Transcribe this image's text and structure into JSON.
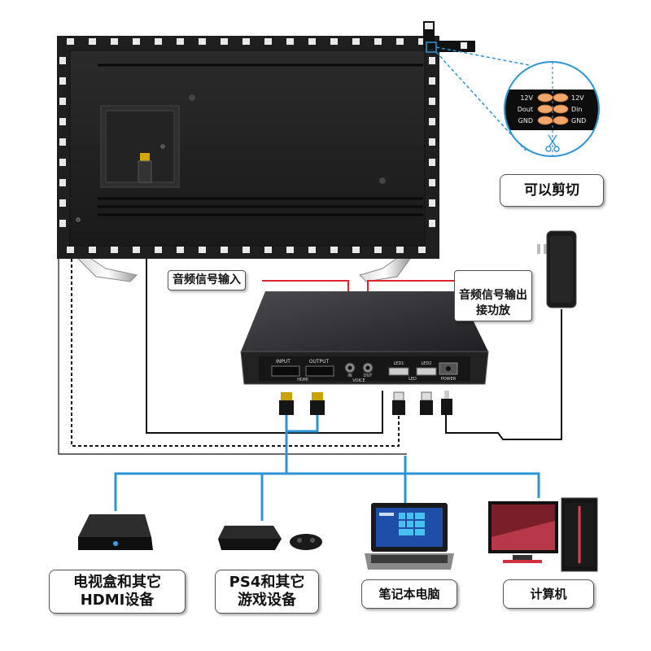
{
  "strip_pins": {
    "left": [
      "12V",
      "Dout",
      "GND"
    ],
    "right": [
      "12V",
      "Din",
      "GND"
    ]
  },
  "labels": {
    "cuttable": "可以剪切",
    "audio_in": "音频信号输入",
    "audio_out": "音频信号输出\n接功放"
  },
  "box_ports": {
    "input": "INPUT",
    "output": "OUTPUT",
    "hdmi": "HDMI",
    "in": "IN",
    "out": "OUT",
    "voice": "VOICE",
    "led1": "LED1",
    "led2": "LED2",
    "led": "LED",
    "power": "POWER"
  },
  "devices": [
    {
      "label": "电视盒和其它\nHDMI设备",
      "icon": "tv-box-icon"
    },
    {
      "label": "PS4和其它\n游戏设备",
      "icon": "game-console-icon"
    },
    {
      "label": "笔记本电脑",
      "icon": "laptop-icon"
    },
    {
      "label": "计算机",
      "icon": "desktop-computer-icon"
    }
  ],
  "colors": {
    "cable_blue": "#2b95d6",
    "audio_red": "#e0242b",
    "strip_led": "#e9e9e9",
    "box_body": "#2a2a2e"
  }
}
